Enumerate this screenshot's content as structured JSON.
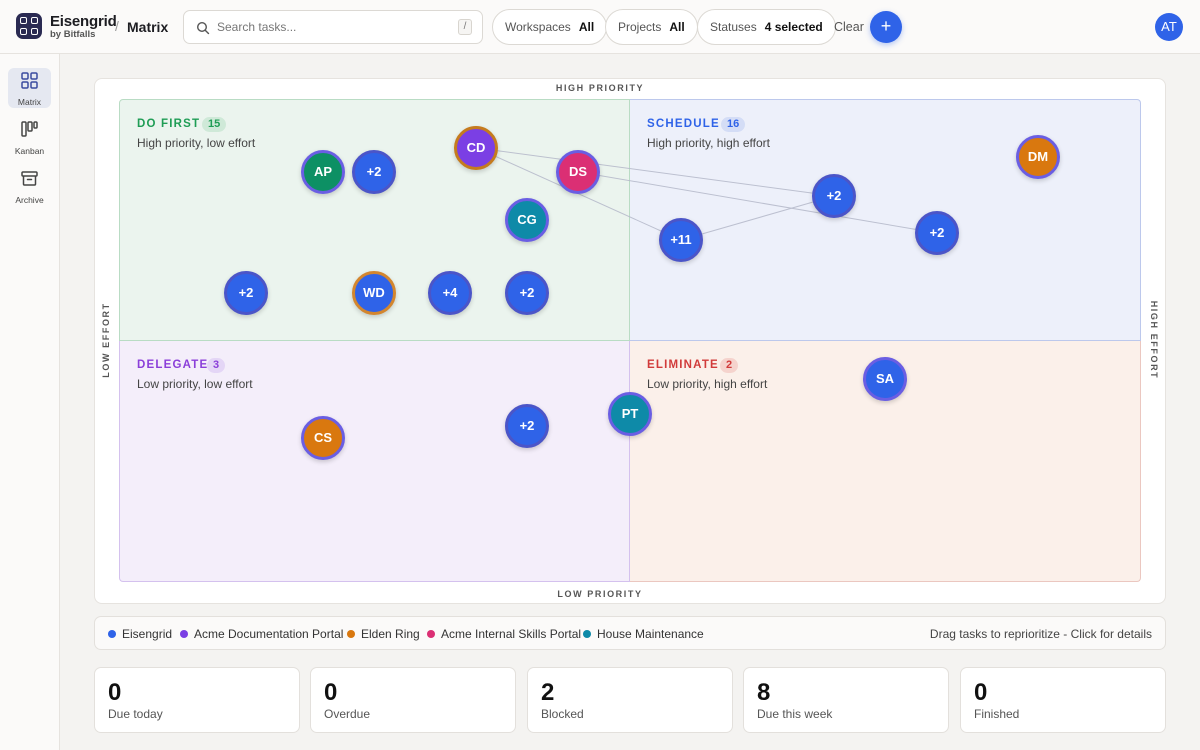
{
  "header": {
    "brand": "Eisengrid",
    "brand_sub": "by Bitfalls",
    "breadcrumb_sep": "/",
    "page": "Matrix",
    "search_placeholder": "Search tasks...",
    "search_shortcut": "/",
    "filters": [
      {
        "label": "Workspaces",
        "value": "All"
      },
      {
        "label": "Projects",
        "value": "All"
      },
      {
        "label": "Statuses",
        "value": "4 selected"
      }
    ],
    "clear_label": "Clear",
    "add_label": "+",
    "user_initials": "AT",
    "accent": "#2f63e8"
  },
  "sidebar": {
    "items": [
      {
        "label": "Matrix",
        "icon": "grid-icon",
        "active": true
      },
      {
        "label": "Kanban",
        "icon": "kanban-icon",
        "active": false
      },
      {
        "label": "Archive",
        "icon": "archive-icon",
        "active": false
      }
    ]
  },
  "matrix": {
    "axis_top": "HIGH PRIORITY",
    "axis_bottom": "LOW PRIORITY",
    "axis_left": "LOW EFFORT",
    "axis_right": "HIGH EFFORT",
    "quadrants": [
      {
        "key": "do_first",
        "title": "DO FIRST",
        "count": "15",
        "desc": "High priority, low effort",
        "color": "#1f9d55"
      },
      {
        "key": "schedule",
        "title": "SCHEDULE",
        "count": "16",
        "desc": "High priority, high effort",
        "color": "#2f63e8"
      },
      {
        "key": "delegate",
        "title": "DELEGATE",
        "count": "3",
        "desc": "Low priority, low effort",
        "color": "#8b3fd9"
      },
      {
        "key": "eliminate",
        "title": "ELIMINATE",
        "count": "2",
        "desc": "Low priority, high effort",
        "color": "#d13b3b"
      }
    ],
    "bubbles": [
      {
        "label": "AP",
        "fill": "#0d9064",
        "ring": "#6a5ee3"
      },
      {
        "label": "+2",
        "fill": "#2f63e8",
        "ring": "#4b55c8"
      },
      {
        "label": "CD",
        "fill": "#7b3fe4",
        "ring": "#c57b1e"
      },
      {
        "label": "DS",
        "fill": "#db2f74",
        "ring": "#6a5ee3"
      },
      {
        "label": "CG",
        "fill": "#0e8aa8",
        "ring": "#6a5ee3"
      },
      {
        "label": "+2",
        "fill": "#2f63e8",
        "ring": "#4b55c8"
      },
      {
        "label": "WD",
        "fill": "#2f63e8",
        "ring": "#d3862e"
      },
      {
        "label": "+4",
        "fill": "#2f63e8",
        "ring": "#4b55c8"
      },
      {
        "label": "+2",
        "fill": "#2f63e8",
        "ring": "#4b55c8"
      },
      {
        "label": "+11",
        "fill": "#2f63e8",
        "ring": "#4b55c8"
      },
      {
        "label": "+2",
        "fill": "#2f63e8",
        "ring": "#4b55c8"
      },
      {
        "label": "+2",
        "fill": "#2f63e8",
        "ring": "#4b55c8"
      },
      {
        "label": "DM",
        "fill": "#d9780f",
        "ring": "#6a5ee3"
      },
      {
        "label": "CS",
        "fill": "#d9780f",
        "ring": "#6a5ee3"
      },
      {
        "label": "+2",
        "fill": "#2f63e8",
        "ring": "#4b55c8"
      },
      {
        "label": "PT",
        "fill": "#0e8aa8",
        "ring": "#6a5ee3"
      },
      {
        "label": "SA",
        "fill": "#2f63e8",
        "ring": "#6a5ee3"
      }
    ]
  },
  "legend": {
    "items": [
      {
        "label": "Eisengrid",
        "color": "#2f63e8"
      },
      {
        "label": "Acme Documentation Portal",
        "color": "#7b3fe4"
      },
      {
        "label": "Elden Ring",
        "color": "#d9780f"
      },
      {
        "label": "Acme Internal Skills Portal",
        "color": "#db2f74"
      },
      {
        "label": "House Maintenance",
        "color": "#0e8aa8"
      }
    ],
    "hint": "Drag tasks to reprioritize - Click for details"
  },
  "stats": [
    {
      "value": "0",
      "label": "Due today"
    },
    {
      "value": "0",
      "label": "Overdue"
    },
    {
      "value": "2",
      "label": "Blocked"
    },
    {
      "value": "8",
      "label": "Due this week"
    },
    {
      "value": "0",
      "label": "Finished"
    }
  ]
}
